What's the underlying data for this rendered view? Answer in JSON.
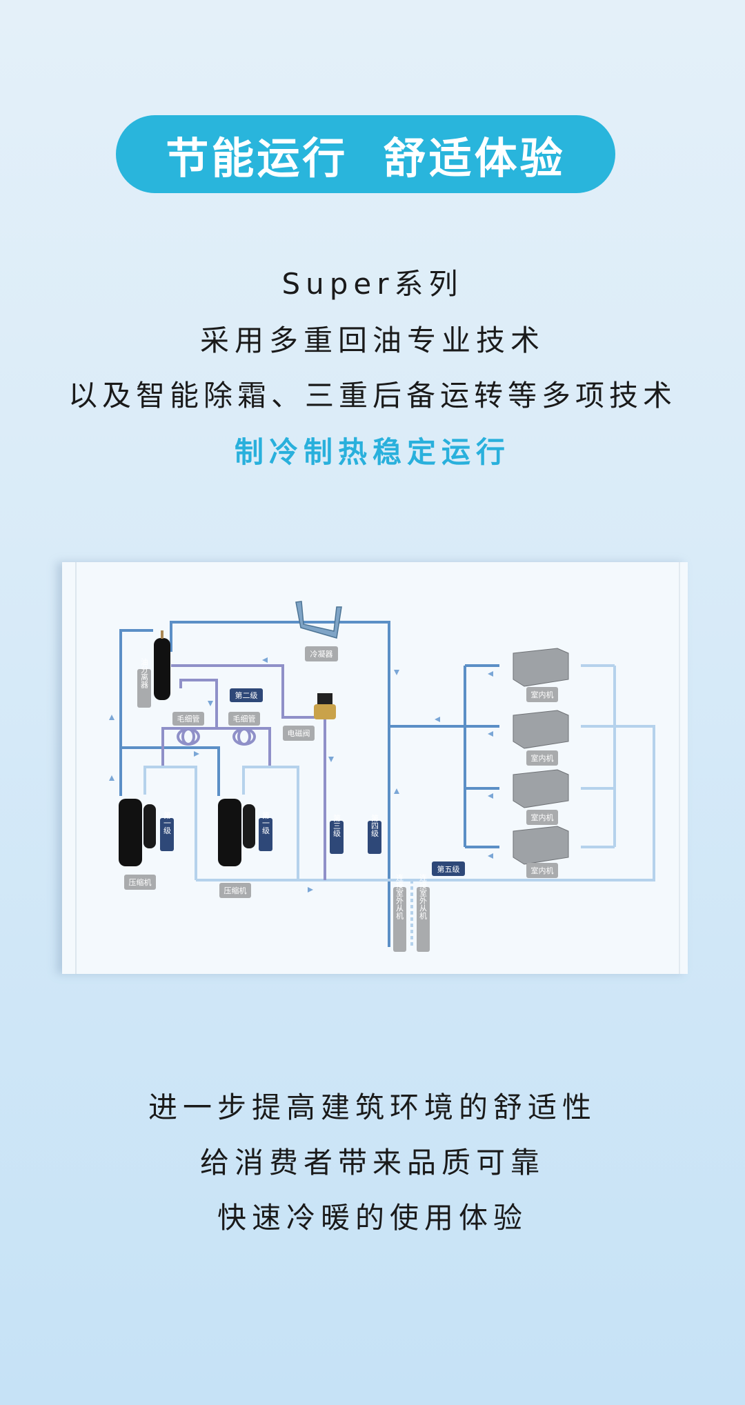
{
  "header": {
    "title": "节能运行  舒适体验"
  },
  "intro": {
    "lines": [
      "Super系列",
      "采用多重回油专业技术",
      "以及智能除霜、三重后备运转等多项技术"
    ],
    "highlight": "制冷制热稳定运行"
  },
  "diagram": {
    "condenser": "冷凝器",
    "oil_separator": "油分离器",
    "capillary": [
      "毛细管",
      "毛细管"
    ],
    "solenoid_valve": "电磁阀",
    "compressor": [
      "压缩机",
      "压缩机"
    ],
    "indoor_unit": [
      "室内机",
      "室内机",
      "室内机",
      "室内机"
    ],
    "levels": {
      "first": "第一级",
      "second": "第二级",
      "third": "第三级",
      "fourth": "第四级",
      "fifth": "第五级"
    },
    "connect_outdoor": [
      "连接室外从机",
      "连接室外从机"
    ],
    "colors": {
      "pipe_dark": "#5b8fc6",
      "pipe_light": "#b5d2ec",
      "pipe_purple": "#8f90c8",
      "level_badge": "#2e4878",
      "label_badge": "#a9abad"
    }
  },
  "footer": {
    "lines": [
      "进一步提高建筑环境的舒适性",
      "给消费者带来品质可靠",
      "快速冷暖的使用体验"
    ]
  }
}
